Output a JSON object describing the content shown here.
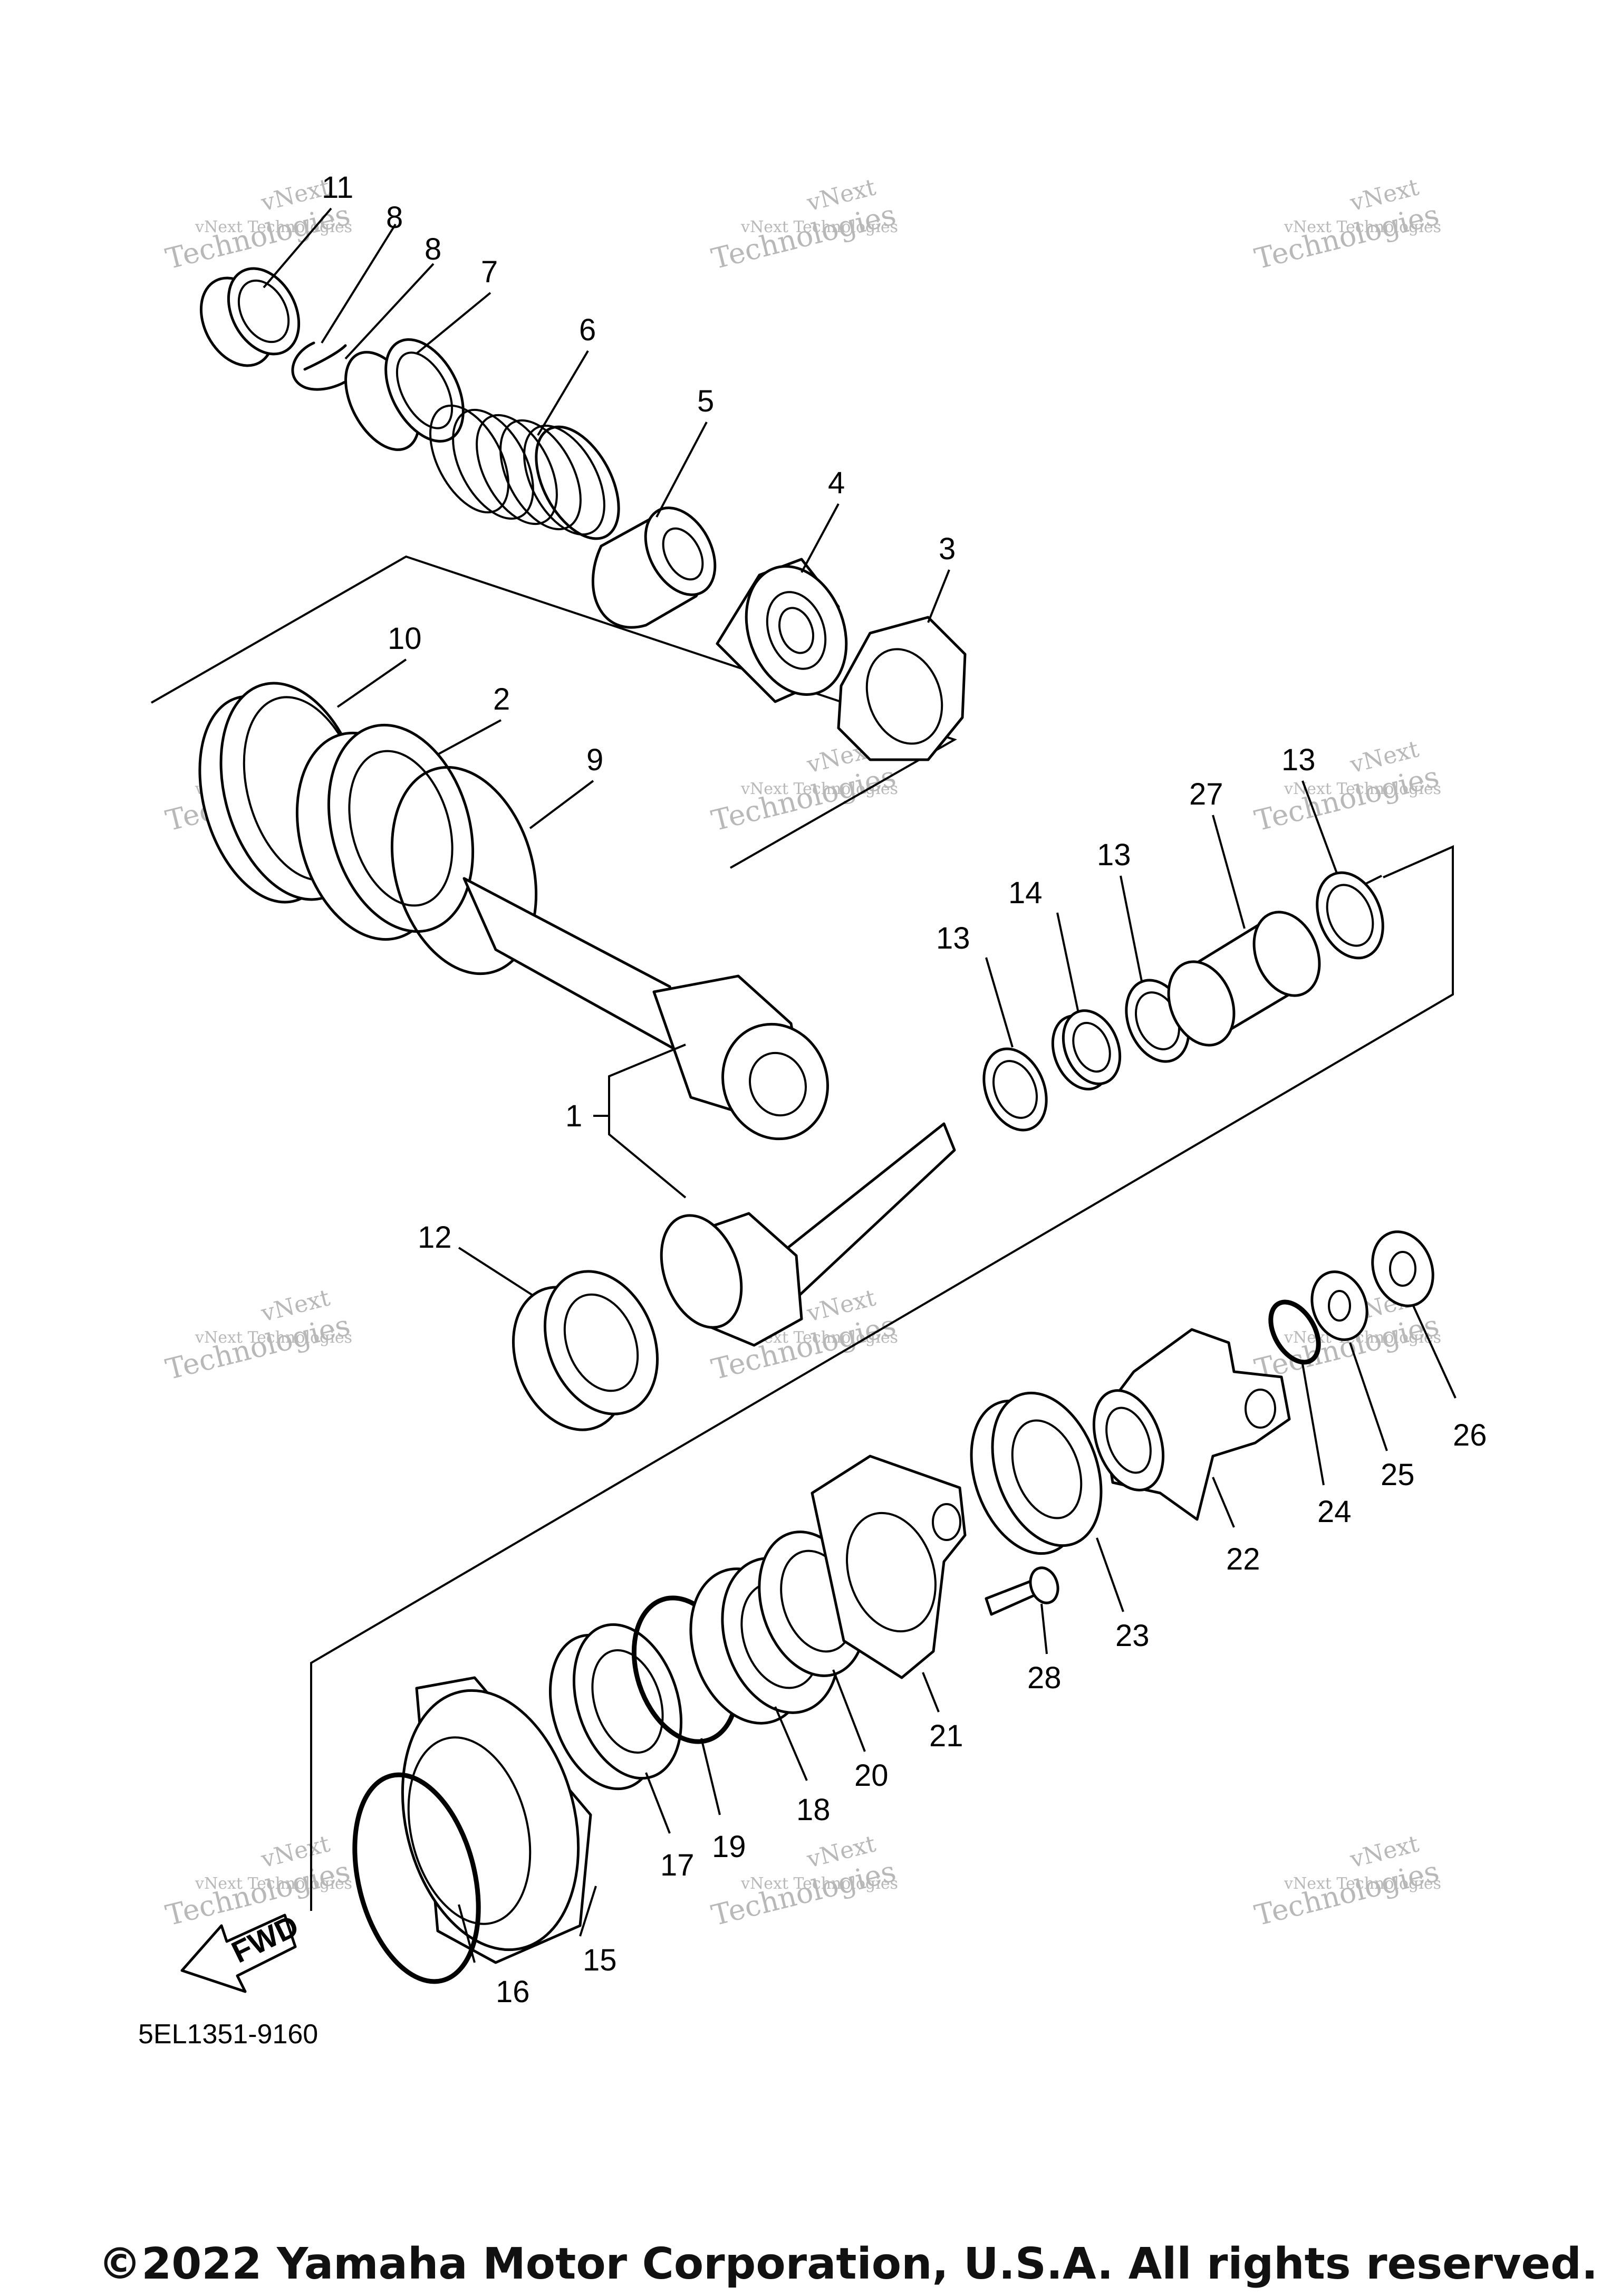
{
  "diagram": {
    "reference_code": "5EL1351-9160",
    "fwd_label": "FWD",
    "copyright": "©2022 Yamaha Motor Corporation, U.S.A. All rights reserved.",
    "watermark": {
      "line1": "vNext Technologies",
      "line2": "vNext",
      "line3": "Technologies"
    },
    "callouts": [
      "1",
      "2",
      "3",
      "4",
      "5",
      "6",
      "7",
      "8",
      "9",
      "10",
      "11",
      "12",
      "13",
      "14",
      "15",
      "16",
      "17",
      "18",
      "19",
      "20",
      "21",
      "22",
      "23",
      "24",
      "25",
      "26",
      "27",
      "28"
    ]
  }
}
